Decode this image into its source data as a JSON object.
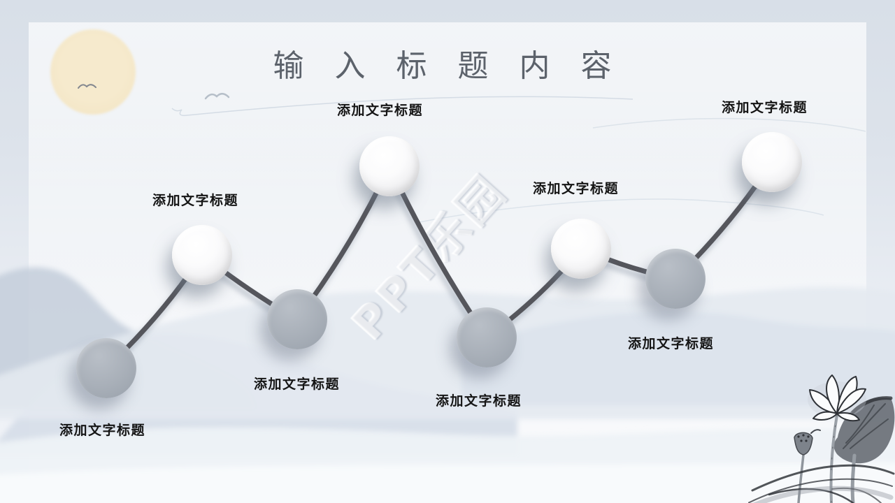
{
  "title": "输 入 标 题 内 容",
  "watermark": "PPT乐园",
  "nodes": [
    {
      "label": "添加文字标题",
      "variant": "gray",
      "label_position": "below"
    },
    {
      "label": "添加文字标题",
      "variant": "white",
      "label_position": "above"
    },
    {
      "label": "添加文字标题",
      "variant": "gray",
      "label_position": "below"
    },
    {
      "label": "添加文字标题",
      "variant": "white",
      "label_position": "above"
    },
    {
      "label": "添加文字标题",
      "variant": "gray",
      "label_position": "below"
    },
    {
      "label": "添加文字标题",
      "variant": "white",
      "label_position": "above"
    },
    {
      "label": "添加文字标题",
      "variant": "gray",
      "label_position": "below"
    },
    {
      "label": "添加文字标题",
      "variant": "white",
      "label_position": "above"
    }
  ],
  "decor": {
    "moon": "moon-disc",
    "birds": [
      "bird-on-moon",
      "bird-in-sky"
    ],
    "mountains": "ink-wash-mountains",
    "lotus": "ink-lotus-painting"
  },
  "colors": {
    "background_top": "#d8dfe8",
    "panel_overlay": "rgba(255,255,255,0.55)",
    "title_text": "#5c626b",
    "label_text": "#151515",
    "connector_line": "#55575c",
    "gray_node": "#a8afb8",
    "white_node": "#f2f3f4",
    "moon": "#f5e9cc",
    "mountain_far": "#c3cedb",
    "mountain_near": "#e4eaf1"
  }
}
